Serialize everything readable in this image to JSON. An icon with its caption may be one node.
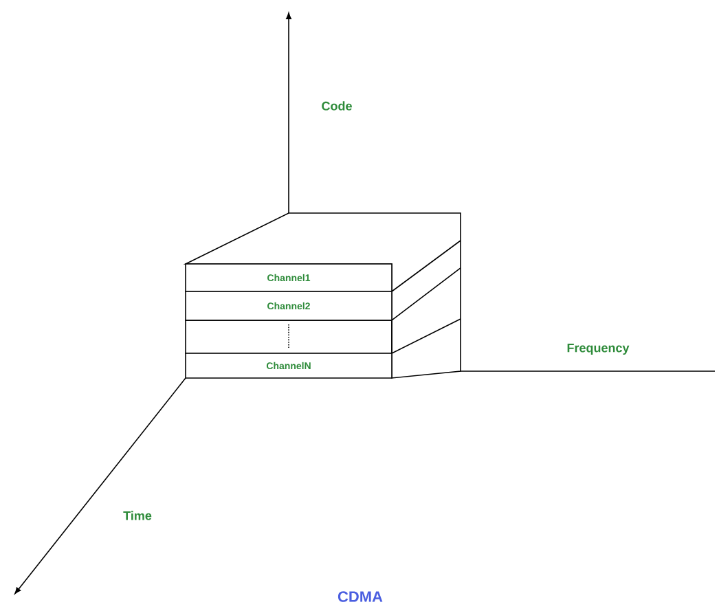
{
  "diagram": {
    "caption": "CDMA",
    "nodes": [
      {
        "text": [
          "Channel1"
        ]
      },
      {
        "text": [
          "Channel2"
        ]
      },
      {
        "text": [],
        "shape": "box"
      },
      {
        "text": [
          "ChannelN"
        ]
      }
    ],
    "labels": [
      "Code",
      "Frequency",
      "Time"
    ]
  }
}
